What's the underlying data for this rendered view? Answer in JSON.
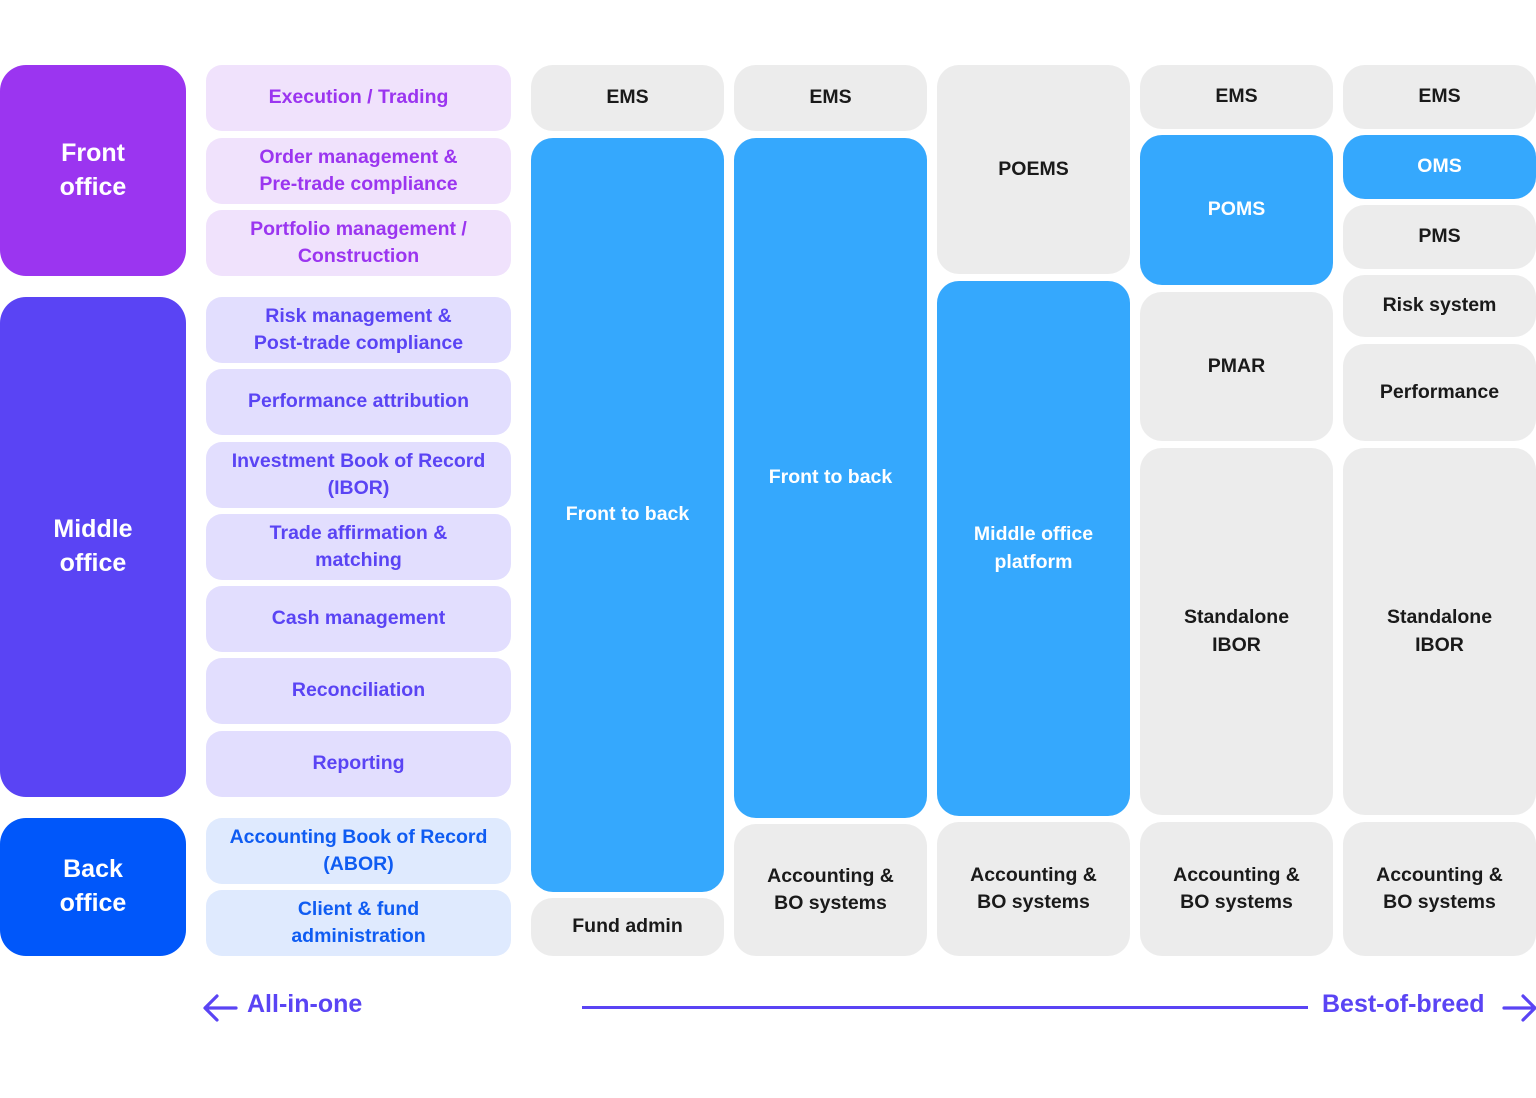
{
  "colors": {
    "front_office": "#9b35f0",
    "middle_office": "#5a44f4",
    "back_office": "#0057fa",
    "platform_blue": "#35a8fd",
    "system_grey": "#ececec"
  },
  "offices": {
    "front": "Front\noffice",
    "middle": "Middle\noffice",
    "back": "Back\noffice"
  },
  "functions": {
    "front": [
      "Execution / Trading",
      "Order management &\nPre-trade compliance",
      "Portfolio management /\nConstruction"
    ],
    "middle": [
      "Risk management &\nPost-trade compliance",
      "Performance attribution",
      "Investment Book of Record\n(IBOR)",
      "Trade affirmation &\nmatching",
      "Cash management",
      "Reconciliation",
      "Reporting"
    ],
    "back": [
      "Accounting Book of Record\n(ABOR)",
      "Client & fund\nadministration"
    ]
  },
  "columns": [
    {
      "blocks": [
        "EMS",
        "Front to back",
        "Fund admin"
      ]
    },
    {
      "blocks": [
        "EMS",
        "Front to back",
        "Accounting &\nBO systems"
      ]
    },
    {
      "blocks": [
        "POEMS",
        "Middle office\nplatform",
        "Accounting &\nBO systems"
      ]
    },
    {
      "blocks": [
        "EMS",
        "POMS",
        "PMAR",
        "Standalone\nIBOR",
        "Accounting &\nBO systems"
      ]
    },
    {
      "blocks": [
        "EMS",
        "OMS",
        "PMS",
        "Risk system",
        "Performance",
        "Standalone\nIBOR",
        "Accounting &\nBO systems"
      ]
    }
  ],
  "spectrum": {
    "left_label": "All-in-one",
    "right_label": "Best-of-breed"
  }
}
